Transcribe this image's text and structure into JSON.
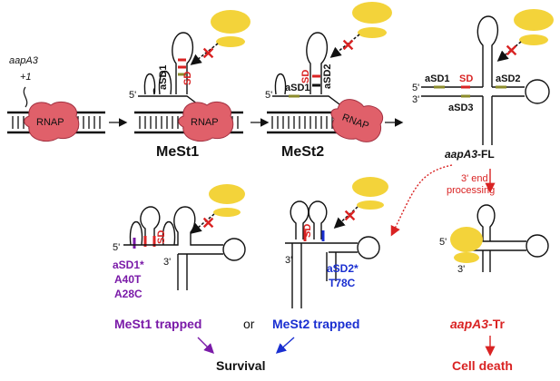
{
  "colors": {
    "black": "#111111",
    "red": "#d92323",
    "purple": "#7a1aa8",
    "blue": "#1a2fd1",
    "ribosome": "#f3d33a",
    "rnap": "#e0606a",
    "olive": "#8a8a2a"
  },
  "labels": {
    "gene_name": "aapA3",
    "tss": "+1",
    "rnap": "RNAP",
    "five_prime": "5'",
    "three_prime": "3'",
    "asd1": "aSD1",
    "asd2": "aSD2",
    "asd3": "aSD3",
    "sd": "SD",
    "mest1": "MeSt1",
    "mest2": "MeSt2",
    "fl_prefix": "aapA3",
    "fl_suffix": "-FL",
    "processing_line1": "3' end",
    "processing_line2": "processing",
    "asd1_star": "aSD1*",
    "a40t": "A40T",
    "a28c": "A28C",
    "asd2_star": "aSD2*",
    "t78c": "T78C",
    "mest1_trapped": "MeSt1 trapped",
    "or": "or",
    "mest2_trapped": "MeSt2 trapped",
    "tr_prefix": "aapA3",
    "tr_suffix": "-Tr",
    "survival": "Survival",
    "cell_death": "Cell death"
  },
  "icons": [
    "ribosome-icon",
    "blocked-x-icon",
    "rnap-icon",
    "arrow-icon"
  ]
}
